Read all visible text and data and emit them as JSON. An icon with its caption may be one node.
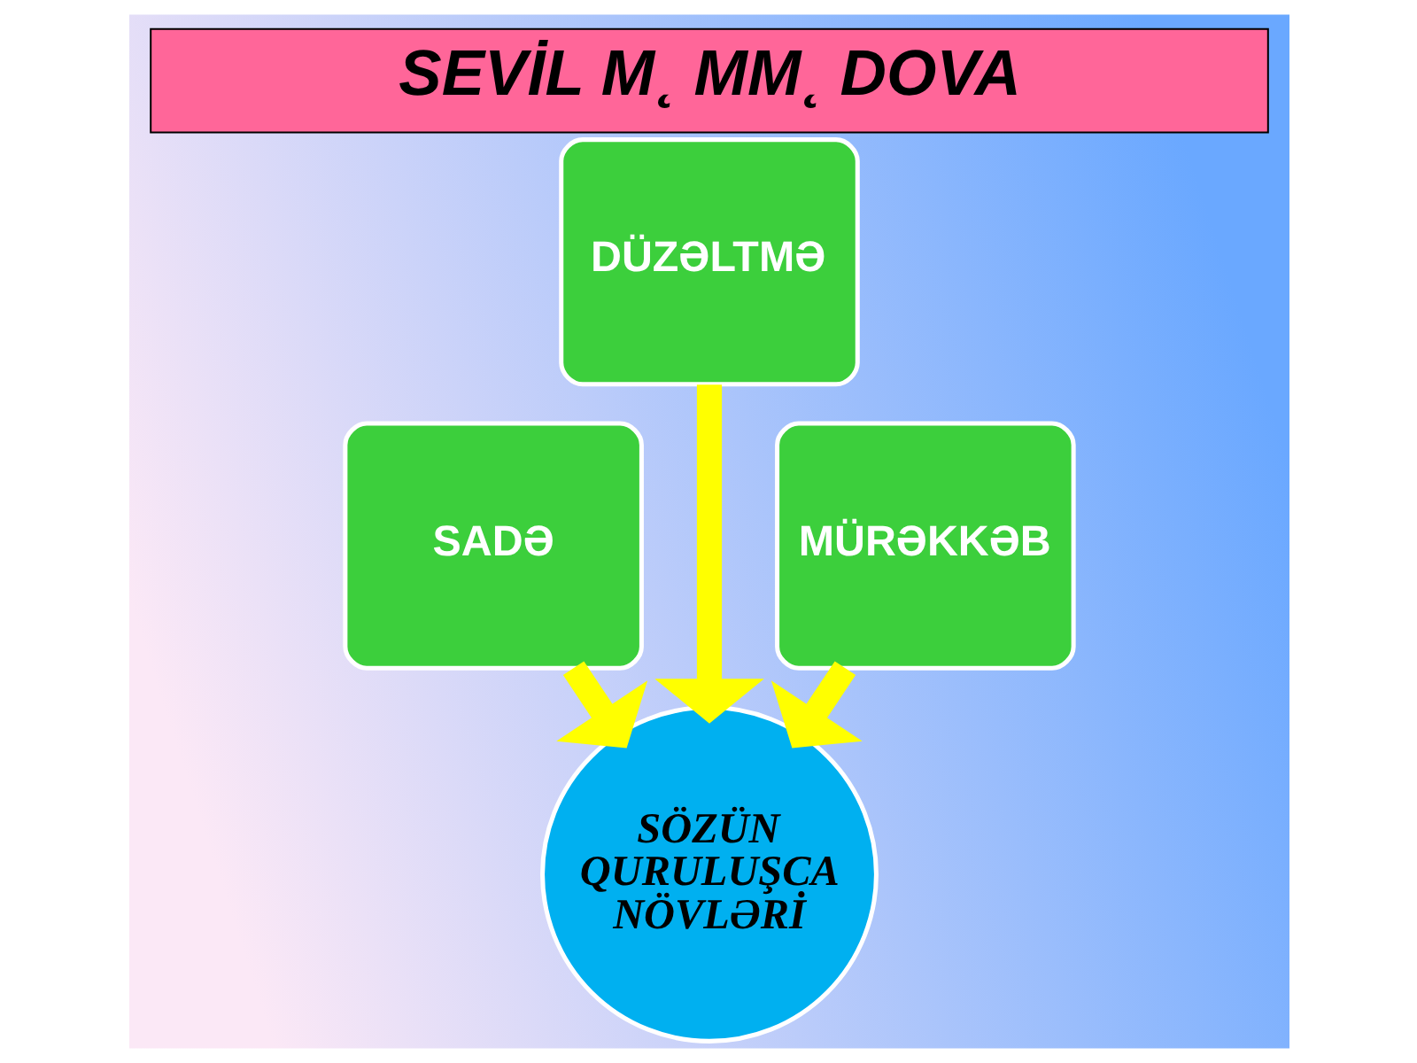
{
  "diagram": {
    "title": "SEVİL M˛ MM˛ DOVA",
    "nodes": [
      {
        "text": [
          "DÜZƏLTMƏ"
        ]
      },
      {
        "text": [
          "SADƏ"
        ]
      },
      {
        "text": [
          "MÜRƏKKƏB"
        ]
      },
      {
        "text": [
          "SÖZÜN QURULUŞCA NÖVLƏRİ"
        ]
      }
    ],
    "edges": [
      {
        "from": 0,
        "to": 3,
        "arrow": "to"
      },
      {
        "from": 1,
        "to": 3,
        "arrow": "to"
      },
      {
        "from": 2,
        "to": 3,
        "arrow": "to"
      }
    ]
  }
}
